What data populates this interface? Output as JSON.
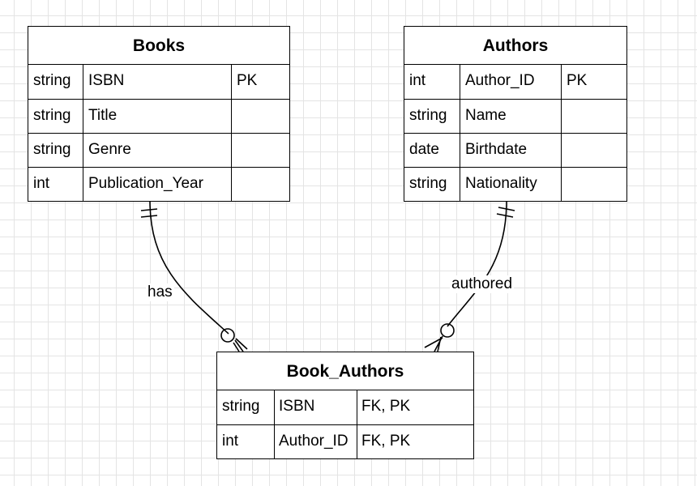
{
  "entities": [
    {
      "name": "Books",
      "fields": [
        {
          "type": "string",
          "name": "ISBN",
          "key": "PK"
        },
        {
          "type": "string",
          "name": "Title",
          "key": ""
        },
        {
          "type": "string",
          "name": "Genre",
          "key": ""
        },
        {
          "type": "int",
          "name": "Publication_Year",
          "key": ""
        }
      ]
    },
    {
      "name": "Authors",
      "fields": [
        {
          "type": "int",
          "name": "Author_ID",
          "key": "PK"
        },
        {
          "type": "string",
          "name": "Name",
          "key": ""
        },
        {
          "type": "date",
          "name": "Birthdate",
          "key": ""
        },
        {
          "type": "string",
          "name": "Nationality",
          "key": ""
        }
      ]
    },
    {
      "name": "Book_Authors",
      "fields": [
        {
          "type": "string",
          "name": "ISBN",
          "key": "FK, PK"
        },
        {
          "type": "int",
          "name": "Author_ID",
          "key": "FK, PK"
        }
      ]
    }
  ],
  "relationships": [
    {
      "from": "Books",
      "to": "Book_Authors",
      "label": "has",
      "from_cardinality": "one-and-only-one",
      "to_cardinality": "zero-or-many"
    },
    {
      "from": "Authors",
      "to": "Book_Authors",
      "label": "authored",
      "from_cardinality": "one-and-only-one",
      "to_cardinality": "zero-or-many"
    }
  ]
}
